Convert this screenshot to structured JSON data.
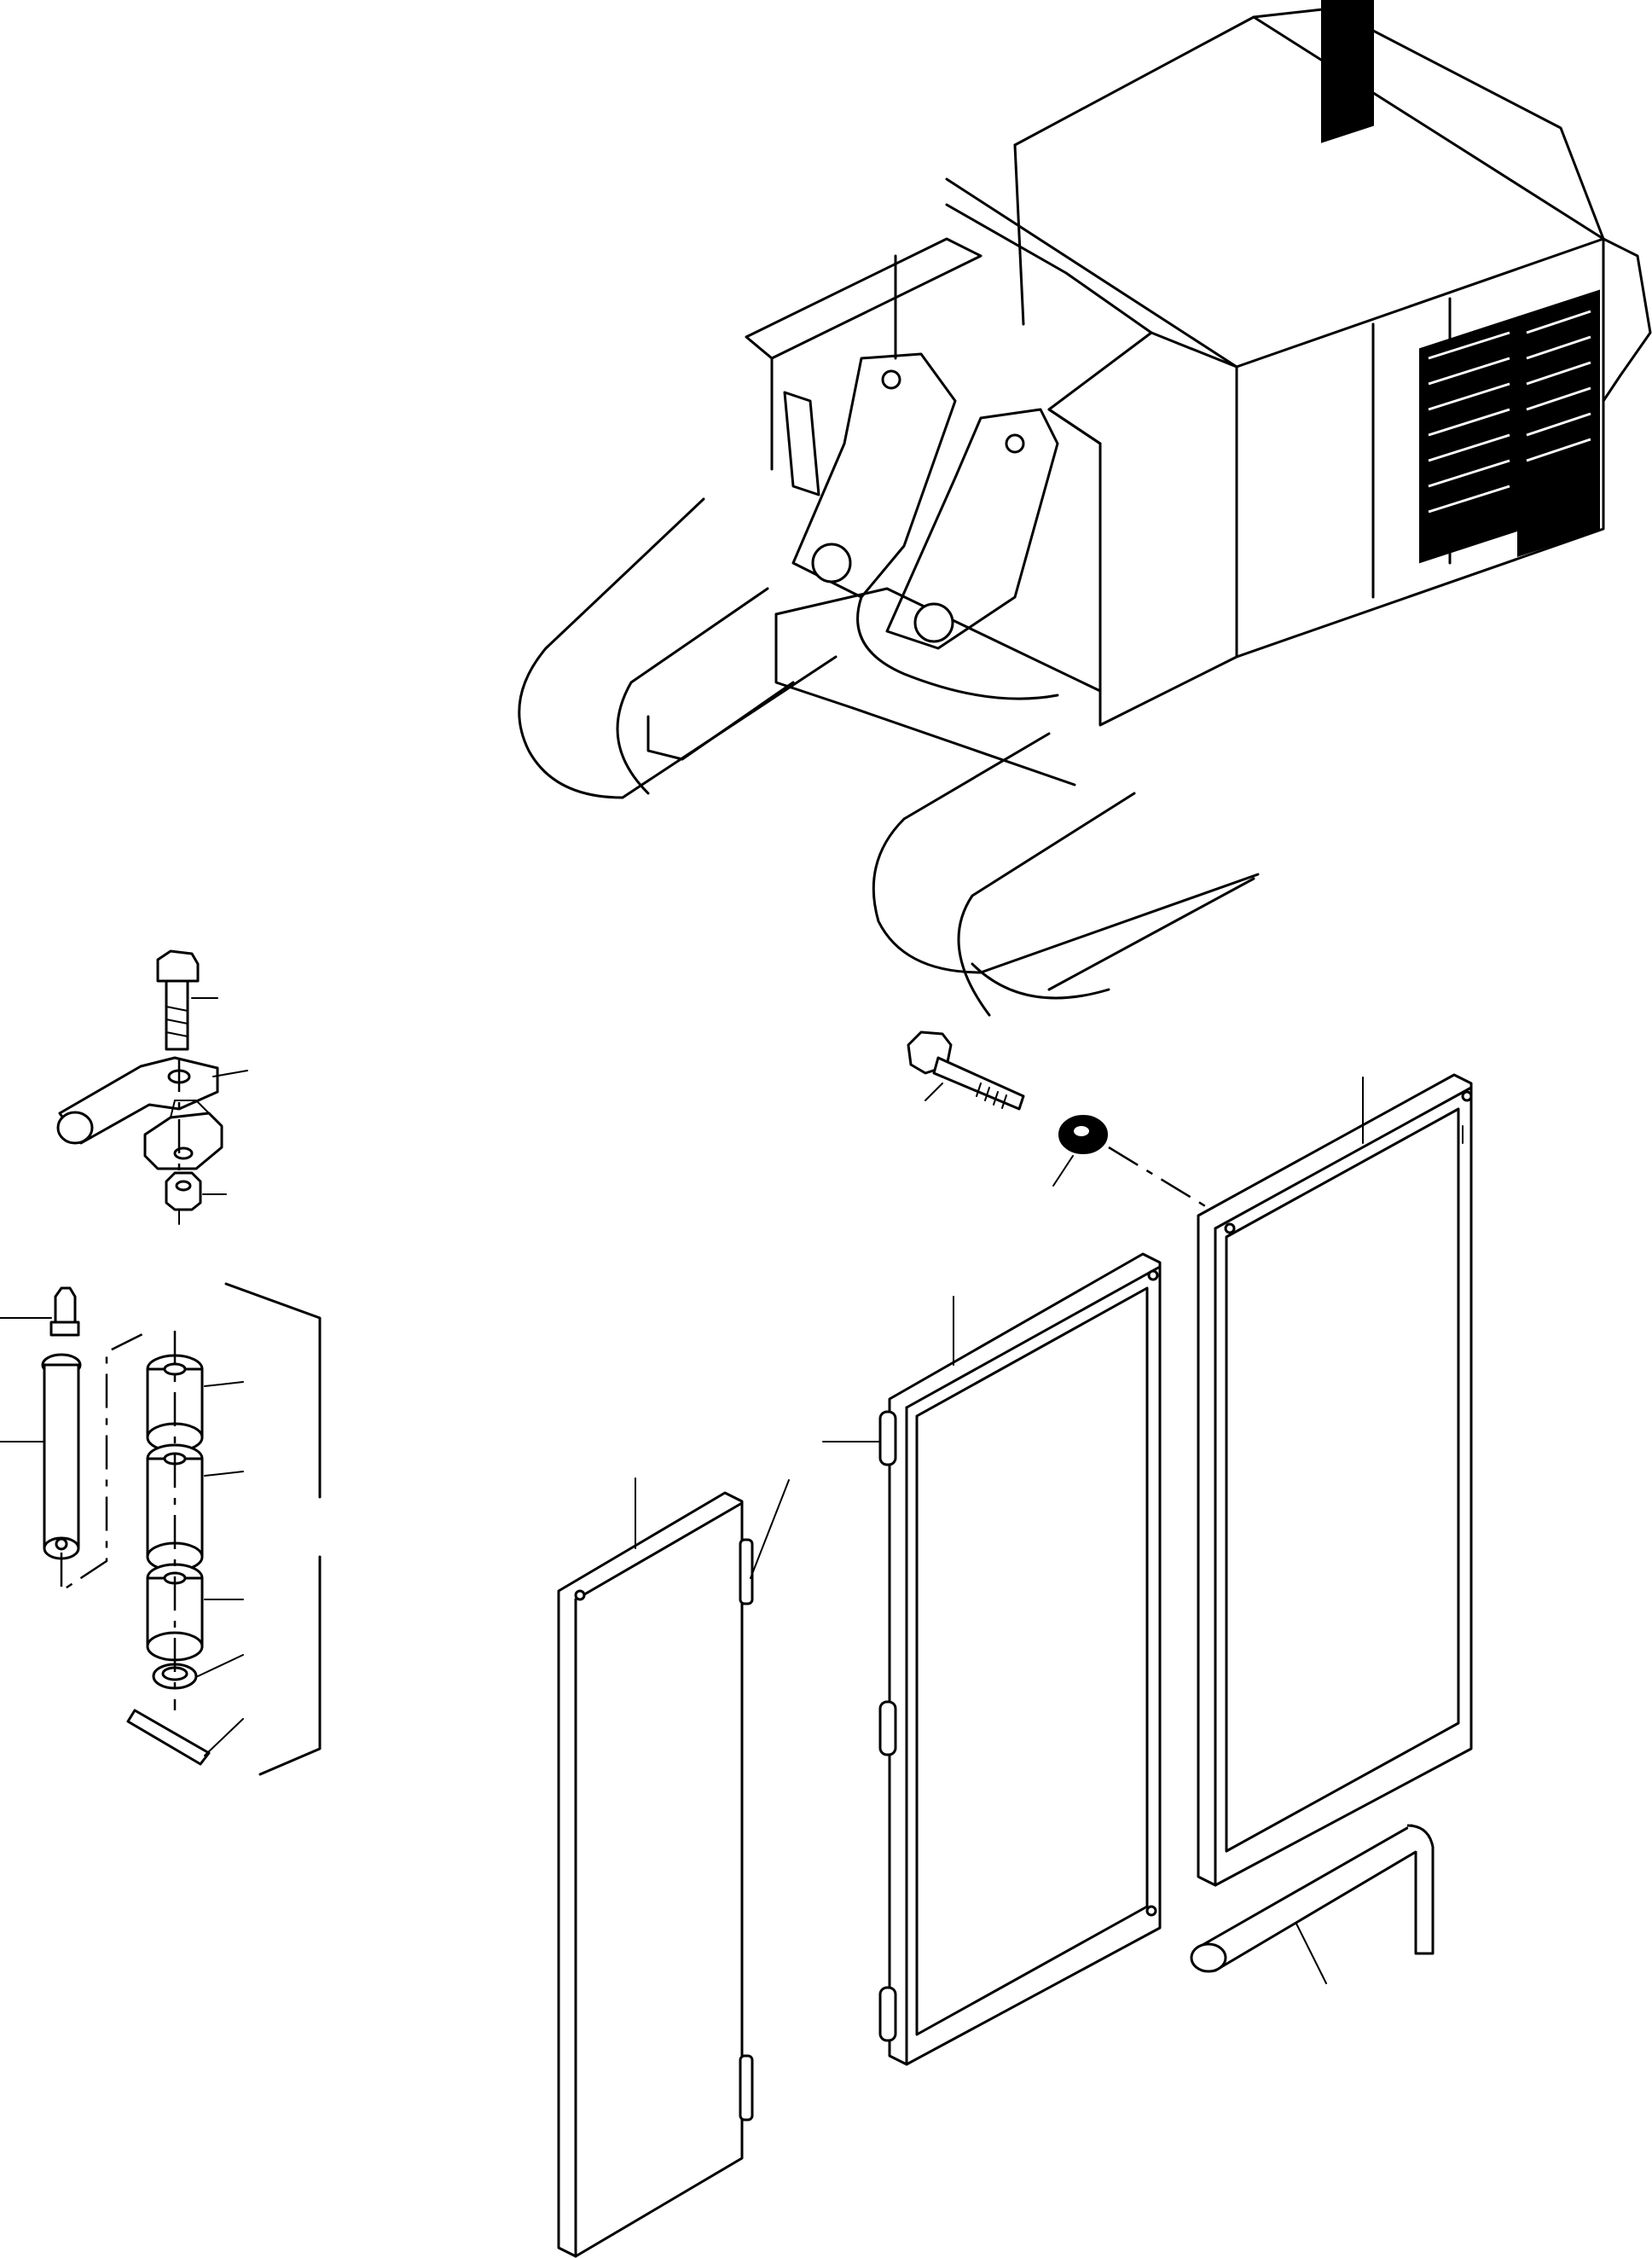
{
  "diagram": {
    "kind": "exploded parts illustration",
    "colors": {
      "line": "#000000",
      "background": "#ffffff"
    },
    "components": [
      "machine-body",
      "radiator-grille",
      "hinge-clamp-assembly",
      "hinge-pin-assembly",
      "side-cover-panel",
      "hinged-door-frame",
      "rear-door-frame",
      "mounting-bolt",
      "washer",
      "lift-handle"
    ],
    "callout_labels": []
  }
}
